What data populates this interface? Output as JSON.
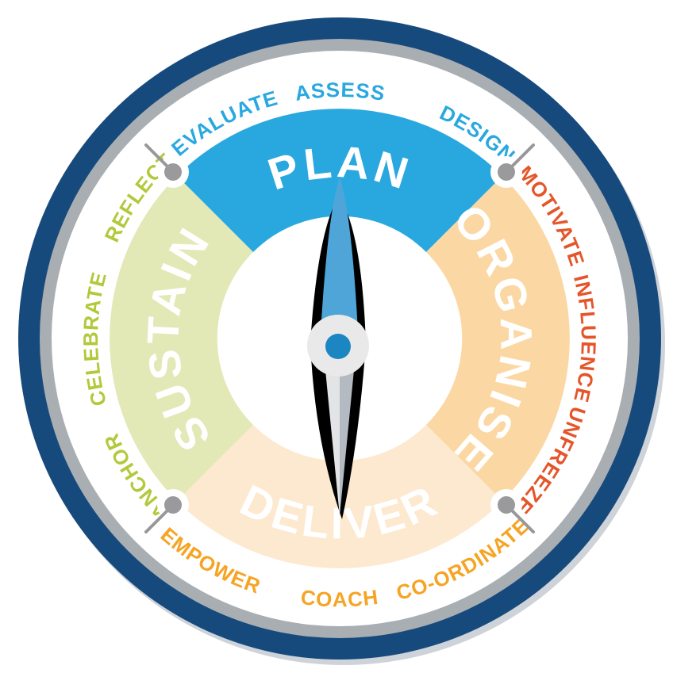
{
  "diagram": {
    "type": "management-cycle-compass-wheel",
    "background": "#FFFFFF",
    "rings": {
      "outer_ring_color": "#174A7C",
      "mid_ring_color": "#A9AEB3",
      "face_color": "#FFFFFF"
    },
    "sectors": [
      {
        "label": "PLAN",
        "position": "top",
        "fill": "#29A8E0",
        "label_color": "#FFFFFF",
        "ring_word_color": "#29A8E0",
        "ring_words": [
          "EVALUATE",
          "ASSESS",
          "DESIGN"
        ]
      },
      {
        "label": "ORGANISE",
        "position": "right",
        "fill": "#FBD8A3",
        "label_color": "#FFFFFF",
        "ring_word_color": "#E4562A",
        "ring_words": [
          "MOTIVATE",
          "INFLUENCE",
          "UNFREEZE"
        ]
      },
      {
        "label": "DELIVER",
        "position": "bottom",
        "fill": "#FCE9CF",
        "label_color": "#FFFFFF",
        "ring_word_color": "#F6A424",
        "ring_words": [
          "CO-ORDINATE",
          "COACH",
          "EMPOWER"
        ]
      },
      {
        "label": "SUSTAIN",
        "position": "left",
        "fill": "#E3E9B6",
        "label_color": "#FFFFFF",
        "ring_word_color": "#B2C93B",
        "ring_words": [
          "ANCHOR",
          "CELEBRATE",
          "REFLECT"
        ]
      }
    ],
    "needle": {
      "shadow_color": "#000000",
      "north_color": "#4FA5D8",
      "south_left_color": "#E3E4E6",
      "south_right_color": "#B4BAC2",
      "hub_color": "#E9E9E9",
      "hub_dot_color": "#1C86C3"
    },
    "pins": {
      "head_color": "#9A9A9C",
      "stick_color": "#98989A",
      "count": 4
    }
  }
}
